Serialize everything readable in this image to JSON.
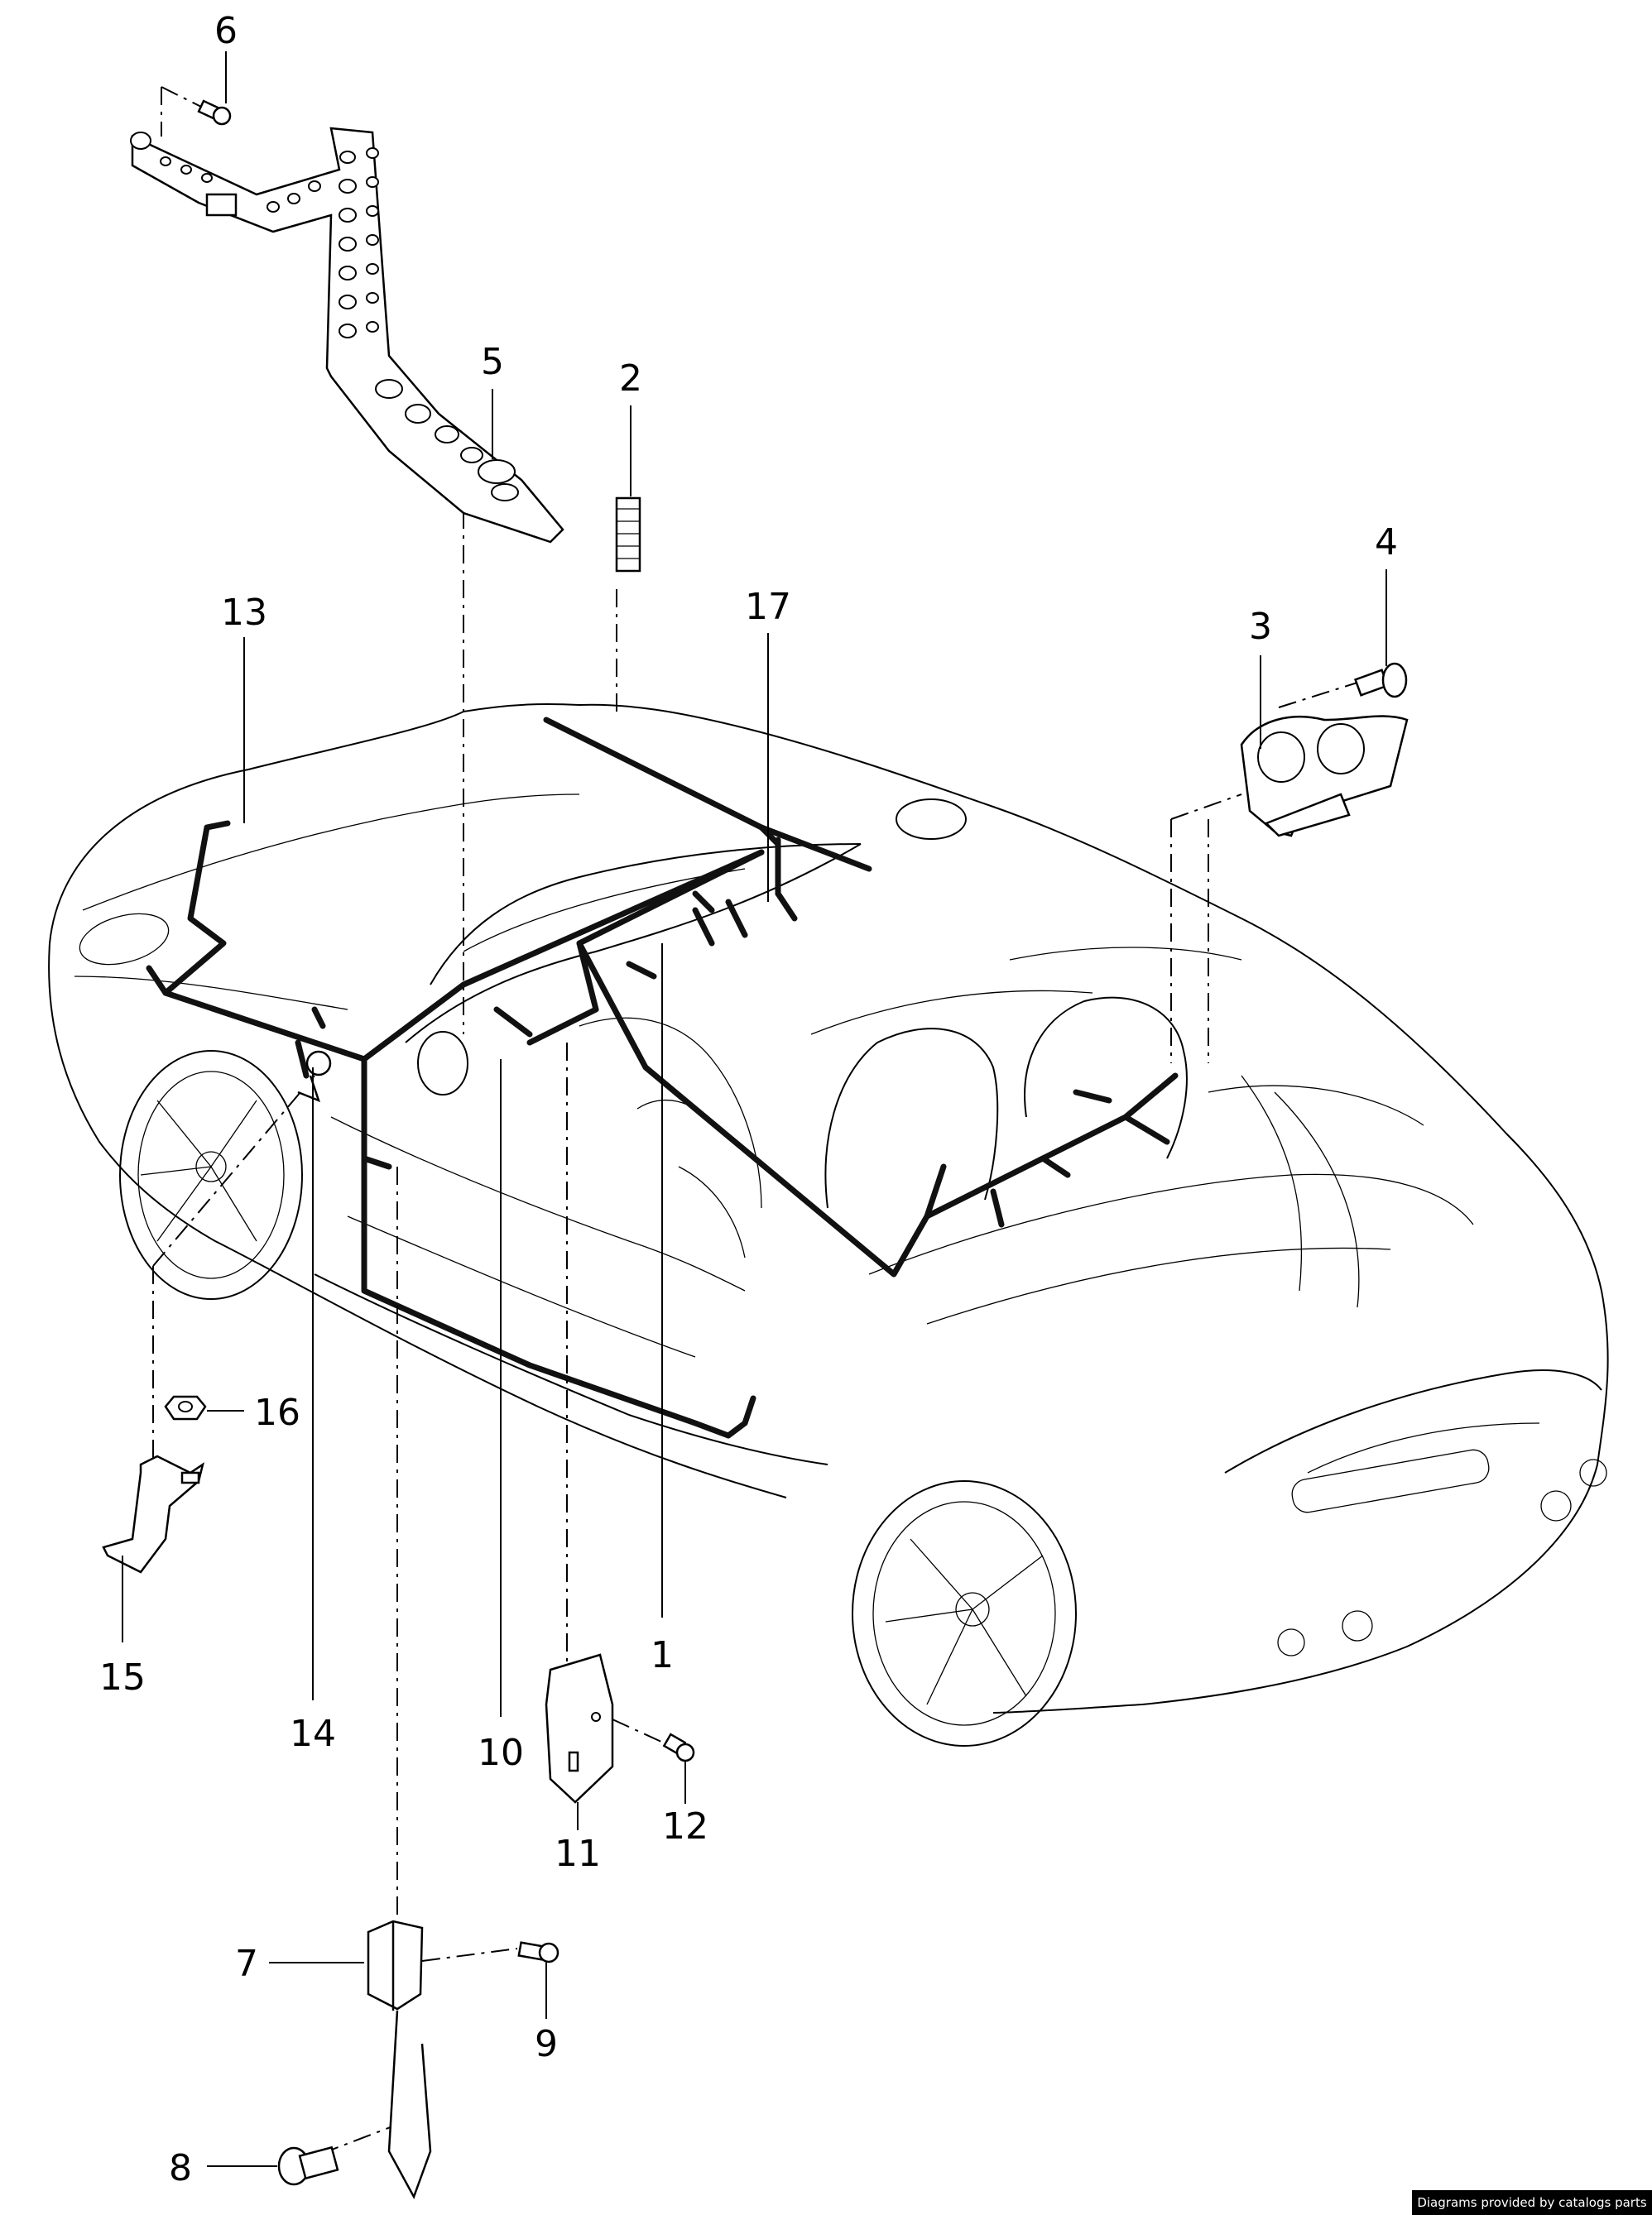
{
  "diagram": {
    "callouts": [
      {
        "id": "c1",
        "label": "1"
      },
      {
        "id": "c2",
        "label": "2"
      },
      {
        "id": "c3",
        "label": "3"
      },
      {
        "id": "c4",
        "label": "4"
      },
      {
        "id": "c5",
        "label": "5"
      },
      {
        "id": "c6",
        "label": "6"
      },
      {
        "id": "c7",
        "label": "7"
      },
      {
        "id": "c8",
        "label": "8"
      },
      {
        "id": "c9",
        "label": "9"
      },
      {
        "id": "c10",
        "label": "10"
      },
      {
        "id": "c11",
        "label": "11"
      },
      {
        "id": "c12",
        "label": "12"
      },
      {
        "id": "c13",
        "label": "13"
      },
      {
        "id": "c14",
        "label": "14"
      },
      {
        "id": "c15",
        "label": "15"
      },
      {
        "id": "c16",
        "label": "16"
      },
      {
        "id": "c17",
        "label": "17"
      }
    ],
    "credit": "Diagrams provided by catalogs parts"
  }
}
